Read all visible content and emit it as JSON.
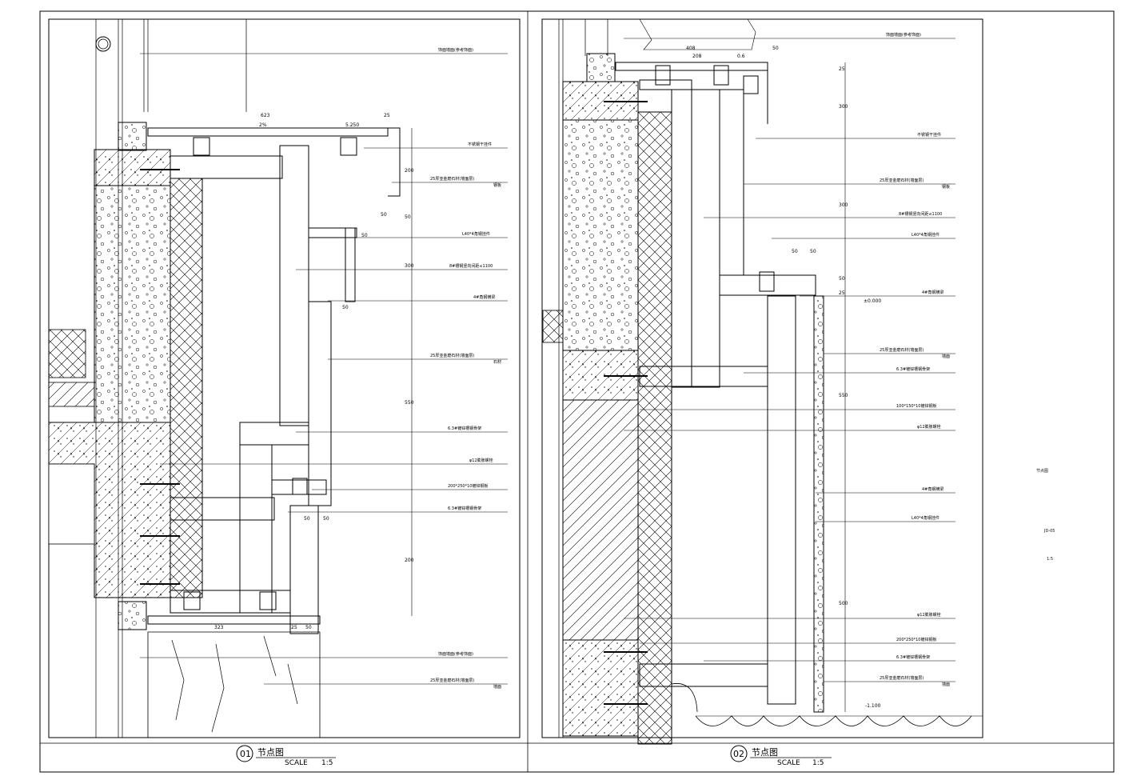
{
  "sheet": {
    "right_notes": [
      "节点图",
      "JD-05",
      "1:5"
    ]
  },
  "panel1": {
    "title_no": "01",
    "title": "节点图",
    "scale_label": "SCALE",
    "scale_value": "1:5",
    "callouts": [
      "饰面墙面(参考饰面)",
      "不锈钢干挂件",
      "25厚亚金磨石材(墙面层)",
      "钢板",
      "L40*4角钢挂件",
      "8#槽钢竖向间距≤1100",
      "4#角钢横梁",
      "25厚亚金磨石材(墙面层)",
      "石材",
      "6.3#镀锌槽钢骨架",
      "φ12膨胀螺栓",
      "200*250*10镀锌钢板",
      "6.3#镀锌槽钢骨架",
      "饰面墙面(参考饰面)",
      "25厚亚金磨石材(墙面层)",
      "墙面"
    ],
    "dims": [
      "623",
      "5.250",
      "25",
      "200",
      "50",
      "50",
      "50",
      "50",
      "300",
      "550",
      "50",
      "50",
      "200",
      "323",
      "25",
      "50",
      "2%"
    ]
  },
  "panel2": {
    "title_no": "02",
    "title": "节点图",
    "scale_label": "SCALE",
    "scale_value": "1:5",
    "callouts": [
      "饰面墙面(参考饰面)",
      "不锈钢干挂件",
      "25厚亚金磨石材(墙面层)",
      "钢板",
      "8#槽钢竖向间距≤1100",
      "L40*4角钢挂件",
      "4#角钢横梁",
      "25厚亚金磨石材(墙面层)",
      "墙面",
      "6.3#镀锌槽钢骨架",
      "100*150*10镀锌钢板",
      "φ12膨胀螺栓",
      "4#角钢横梁",
      "L40*4角钢挂件",
      "φ12膨胀螺栓",
      "200*250*10镀锌钢板",
      "6.3#镀锌槽钢骨架",
      "25厚亚金磨石材(墙面层)",
      "墙面"
    ],
    "dims": [
      "408",
      "208",
      "0.6",
      "50",
      "25",
      "300",
      "300",
      "50",
      "50",
      "50",
      "25",
      "±0.000",
      "550",
      "500",
      "-1.100"
    ]
  }
}
